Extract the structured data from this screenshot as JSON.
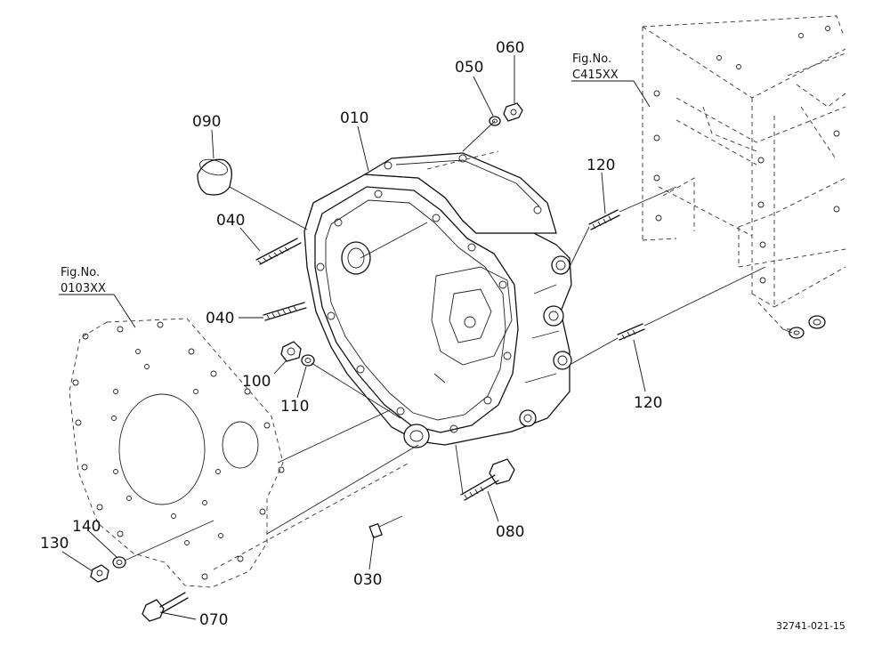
{
  "callouts": {
    "c010": "010",
    "c030": "030",
    "c040a": "040",
    "c040b": "040",
    "c050": "050",
    "c060": "060",
    "c070": "070",
    "c080": "080",
    "c090": "090",
    "c100": "100",
    "c110": "110",
    "c120a": "120",
    "c120b": "120",
    "c130": "130",
    "c140": "140"
  },
  "refs": {
    "right_title": "Fig.No.",
    "right_code": "C415XX",
    "left_title": "Fig.No.",
    "left_code": "0103XX"
  },
  "drawing_id": "32741-021-15"
}
